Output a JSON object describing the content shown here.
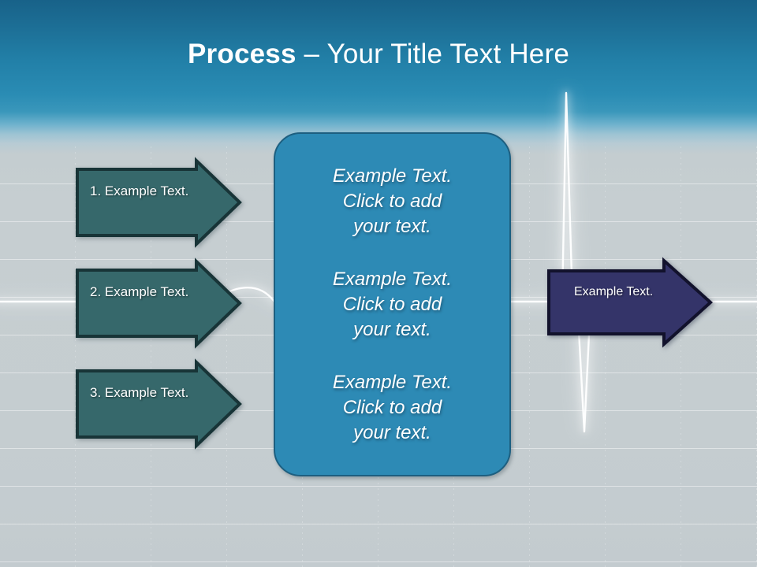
{
  "slide": {
    "title": {
      "strong": "Process",
      "rest": " – Your Title Text Here"
    },
    "colors": {
      "header_blue_top": "#186289",
      "header_blue_mid": "#2a8cb4",
      "body_gray": "#c5cdd1",
      "teal_arrow_fill": "#36686b",
      "teal_arrow_border": "#183437",
      "center_box_fill": "#2d8ab5",
      "center_box_border": "#1d5f80",
      "purple_arrow_fill": "#343469",
      "purple_arrow_border": "#12122c",
      "text_white": "#ffffff",
      "ekg_line": "#ffffff"
    }
  },
  "left_arrows": [
    {
      "label": "1. Example Text."
    },
    {
      "label": "2. Example Text."
    },
    {
      "label": "3. Example Text."
    }
  ],
  "center_box": {
    "blocks": [
      {
        "lines": [
          "Example Text.",
          "Click  to add",
          "your text."
        ]
      },
      {
        "lines": [
          "Example Text.",
          "Click  to add",
          "your text."
        ]
      },
      {
        "lines": [
          "Example Text.",
          "Click  to add",
          "your text."
        ]
      }
    ]
  },
  "right_arrow": {
    "label": "Example Text."
  }
}
